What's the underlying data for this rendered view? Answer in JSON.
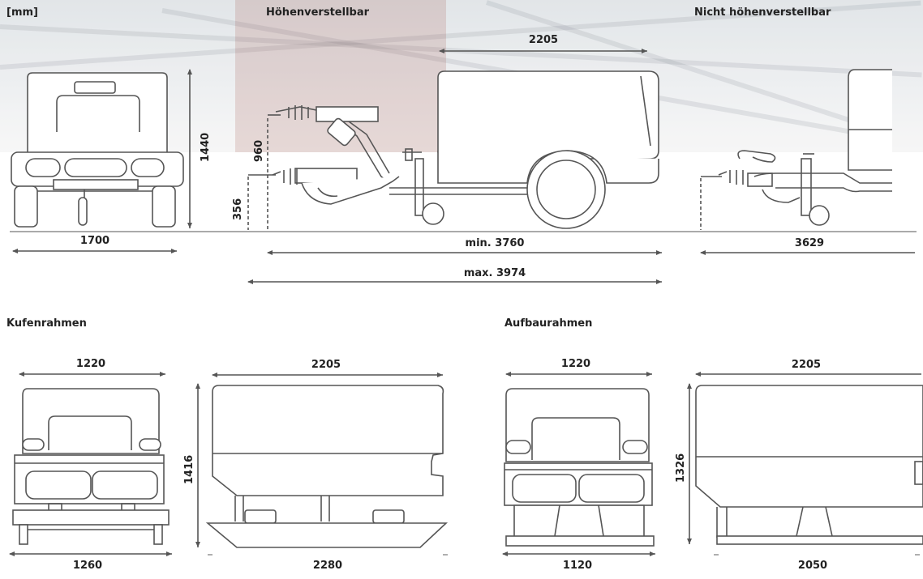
{
  "header": {
    "unit": "[mm]",
    "height_adjustable": "Höhenverstellbar",
    "not_height_adjustable": "Nicht höhenverstellbar"
  },
  "top_dimensions": {
    "front_width": "1700",
    "front_height": "1440",
    "coupling_high": "960",
    "coupling_low": "356",
    "body_length": "2205",
    "length_min": "min. 3760",
    "length_max": "max. 3974",
    "length_fixed": "3629"
  },
  "kufenrahmen": {
    "title": "Kufenrahmen",
    "top_width": "1220",
    "bottom_width": "1260",
    "side_length": "2205",
    "side_height": "1416",
    "side_base": "2280"
  },
  "aufbaurahmen": {
    "title": "Aufbaurahmen",
    "top_width": "1220",
    "bottom_width": "1120",
    "side_length": "2205",
    "side_height": "1326",
    "side_base": "2050"
  }
}
